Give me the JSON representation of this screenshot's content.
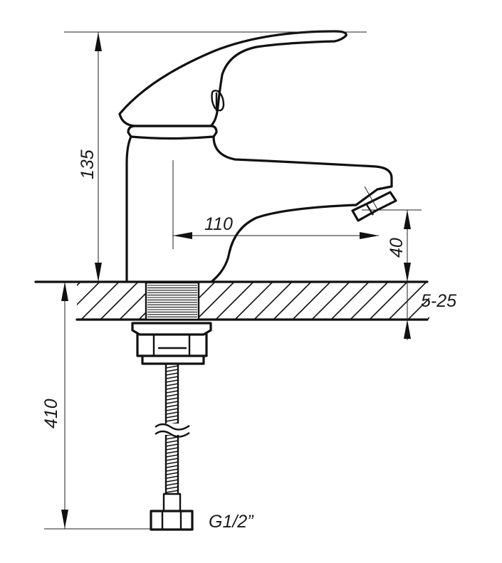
{
  "colors": {
    "line": "#111111",
    "background": "#ffffff"
  },
  "dimensions": {
    "height_135": "135",
    "reach_110": "110",
    "spout_clearance_40": "40",
    "deck_thickness": "5-25",
    "hose_length_410": "410",
    "connection_thread": "G1/2”"
  }
}
